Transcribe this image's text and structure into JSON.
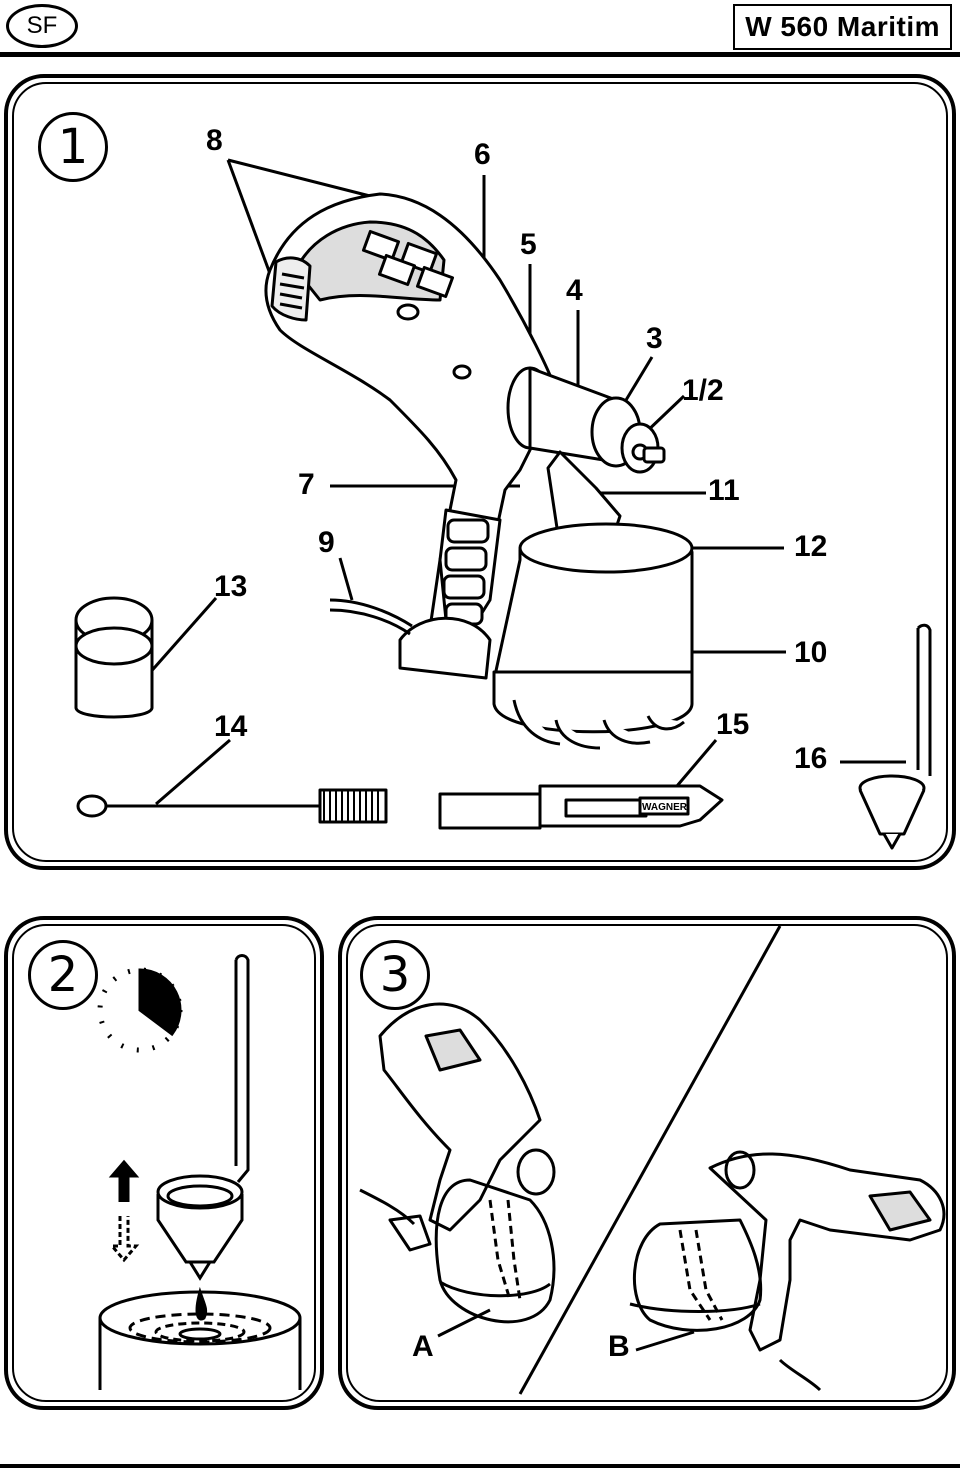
{
  "header": {
    "lang_code": "SF",
    "title": "W 560 Maritim"
  },
  "panel1": {
    "step": "1",
    "labels": {
      "p8": "8",
      "p6": "6",
      "p5": "5",
      "p4": "4",
      "p3": "3",
      "p12": "1/2",
      "p7": "7",
      "p11": "11",
      "p9": "9",
      "p12b": "12",
      "p13": "13",
      "p10": "10",
      "p14": "14",
      "p15": "15",
      "p16": "16"
    },
    "brand_on_knife": "WAGNER"
  },
  "panel2": {
    "step": "2"
  },
  "panel3": {
    "step": "3",
    "label_a": "A",
    "label_b": "B"
  }
}
